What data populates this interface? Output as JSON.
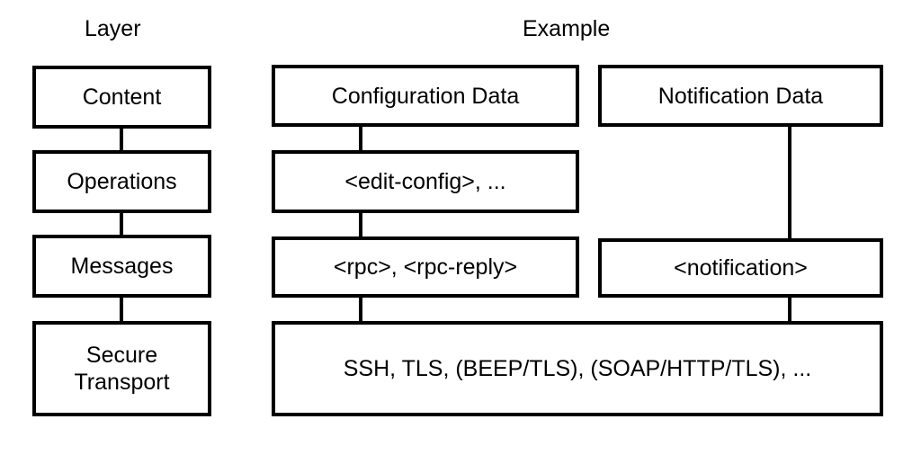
{
  "headers": {
    "layer": "Layer",
    "example": "Example"
  },
  "layers": {
    "content": "Content",
    "operations": "Operations",
    "messages": "Messages",
    "secure_transport": "Secure\nTransport"
  },
  "examples": {
    "configuration_data": "Configuration Data",
    "notification_data": "Notification Data",
    "edit_config": "<edit-config>, ...",
    "rpc": "<rpc>, <rpc-reply>",
    "notification": "<notification>",
    "transport": "SSH, TLS, (BEEP/TLS), (SOAP/HTTP/TLS), ..."
  }
}
